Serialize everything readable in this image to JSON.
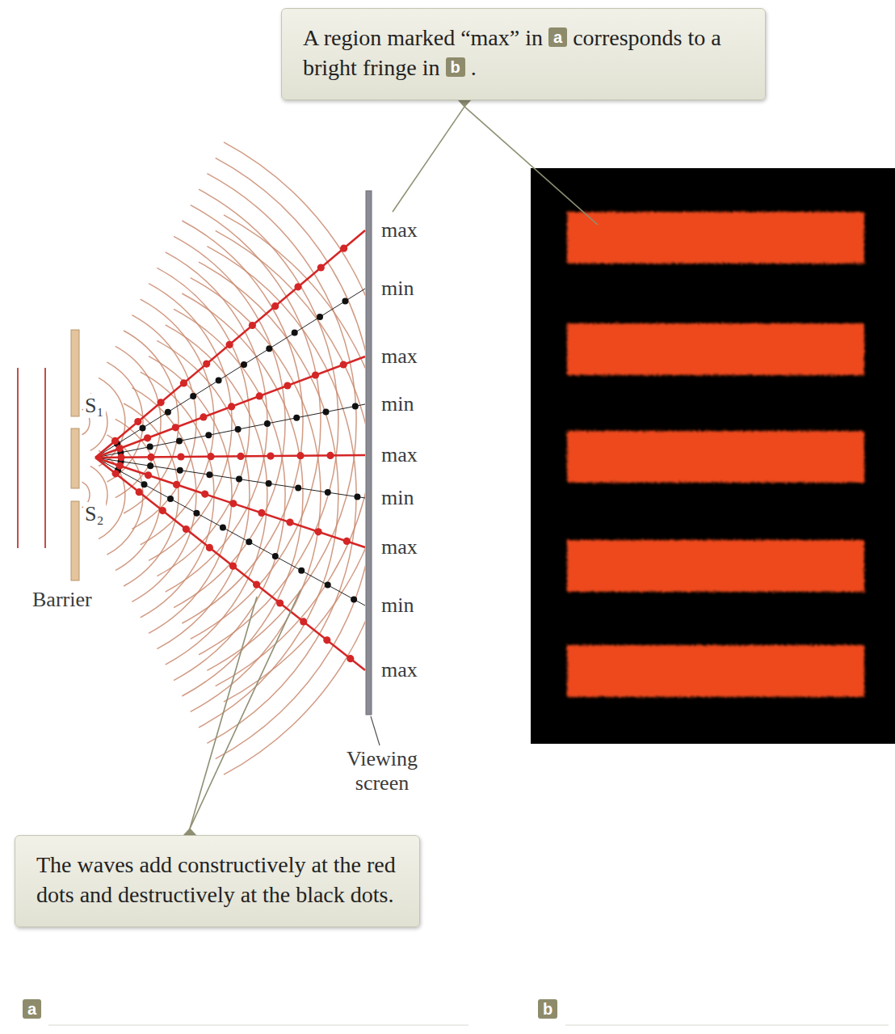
{
  "diagram": {
    "nodes": [
      {
        "text": [
          "A region marked “max” in",
          "a",
          "corresponds to a bright fringe in",
          "b",
          "."
        ]
      },
      {
        "text": [
          "The waves add constructively at the red dots and destructively at the black dots."
        ]
      }
    ],
    "labels": [
      "max",
      "min",
      "max",
      "min",
      "max",
      "min",
      "max",
      "min",
      "max",
      "S₁",
      "S₂",
      "Barrier",
      "Viewing screen",
      "a",
      "b"
    ]
  }
}
